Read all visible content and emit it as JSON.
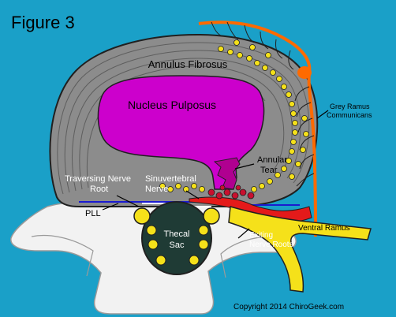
{
  "colors": {
    "background": "#1aa0c8",
    "annulus": "#8c8c8c",
    "annulus_rings": "#6a6a6a",
    "nucleus": "#cc00cc",
    "bone": "#f2f2f2",
    "thecal_sac": "#1f3b35",
    "nerve_root": "#f5e11a",
    "sinuvertebral_nerve": "#e41a1a",
    "grey_ramus": "#ff6a00",
    "pll": "#1a1ad0",
    "yellow_dots": "#f5e11a"
  },
  "figure_title": "Figure 3",
  "labels": {
    "annulus_fibrosus": "Annulus Fibrosus",
    "nucleus_pulposus": "Nucleus Pulposus",
    "annular_tear_1": "Annular",
    "annular_tear_2": "Tear",
    "grey_ramus_1": "Grey Ramus",
    "grey_ramus_2": "Communicans",
    "traversing_1": "Traversing Nerve",
    "traversing_2": "Root",
    "sinuvertebral_1": "Sinuvertebral",
    "sinuvertebral_2": "Nerve",
    "pll": "PLL",
    "thecal_1": "Thecal",
    "thecal_2": "Sac",
    "ventral_ramus": "Ventral Ramus",
    "exiting_1": "Exiting",
    "exiting_2": "Nerve Roots",
    "copyright": "Copyright 2014 ChiroGeek.com"
  }
}
